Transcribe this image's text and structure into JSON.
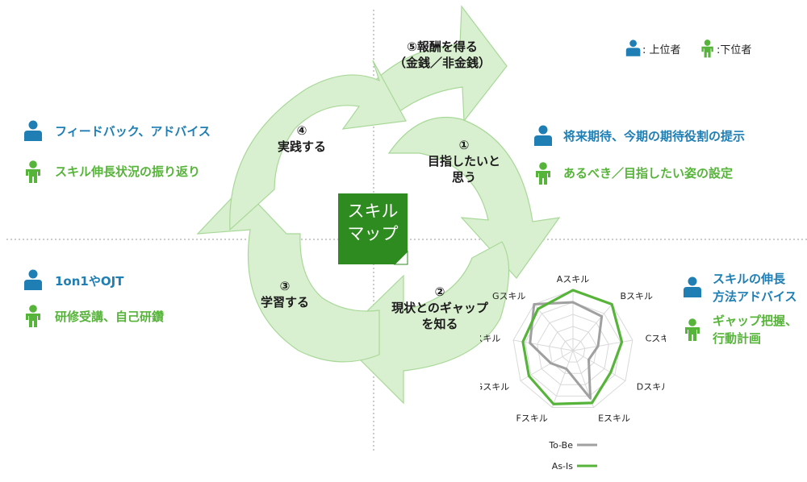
{
  "hub": {
    "line1": "スキル",
    "line2": "マップ"
  },
  "steps": {
    "s1": {
      "num": "①",
      "line1": "目指したいと",
      "line2": "思う"
    },
    "s2": {
      "num": "②",
      "line1": "現状とのギャップ",
      "line2": "を知る"
    },
    "s3": {
      "num": "③",
      "line1": "学習する"
    },
    "s4": {
      "num": "④",
      "line1": "実践する"
    },
    "s5": {
      "line1": "⑤報酬を得る",
      "line2": "（金銭／非金銭）"
    }
  },
  "legend": {
    "superior": ": 上位者",
    "subordinate": ":下位者"
  },
  "info": {
    "q1": {
      "superior": "将来期待、今期の期待役割の提示",
      "subordinate": "あるべき／目指したい姿の設定"
    },
    "q4": {
      "superior": "フィードバック、アドバイス",
      "subordinate": "スキル伸長状況の振り返り"
    },
    "q3": {
      "superior": "1on1やOJT",
      "subordinate": "研修受講、自己研鑽"
    },
    "q2": {
      "superior1": "スキルの伸長",
      "superior2": "方法アドバイス",
      "subordinate1": "ギャップ把握、",
      "subordinate2": "行動計画"
    }
  },
  "colors": {
    "superior": "#1f7fb4",
    "subordinate": "#57b43a",
    "arrow_fill": "#d9f0d0",
    "arrow_stroke": "#a8d898",
    "hub": "#2e8b1f",
    "to_be": "#a0a0a0",
    "as_is": "#57b43a"
  },
  "chart_data": {
    "type": "radar",
    "categories": [
      "Aスキル",
      "Bスキル",
      "Cスキル",
      "Dスキル",
      "Eスキル",
      "Fスキル",
      "Gスキル",
      "Fスキル",
      "Gスキル"
    ],
    "rlim": [
      0,
      5
    ],
    "series": [
      {
        "name": "To-Be",
        "values": [
          4,
          3.7,
          2.1,
          1.5,
          4.2,
          1.6,
          2.1,
          3.6,
          5
        ]
      },
      {
        "name": "As-Is",
        "values": [
          5,
          5,
          4.1,
          3.6,
          4.6,
          4.7,
          4.2,
          4.2,
          4.5
        ]
      }
    ]
  }
}
